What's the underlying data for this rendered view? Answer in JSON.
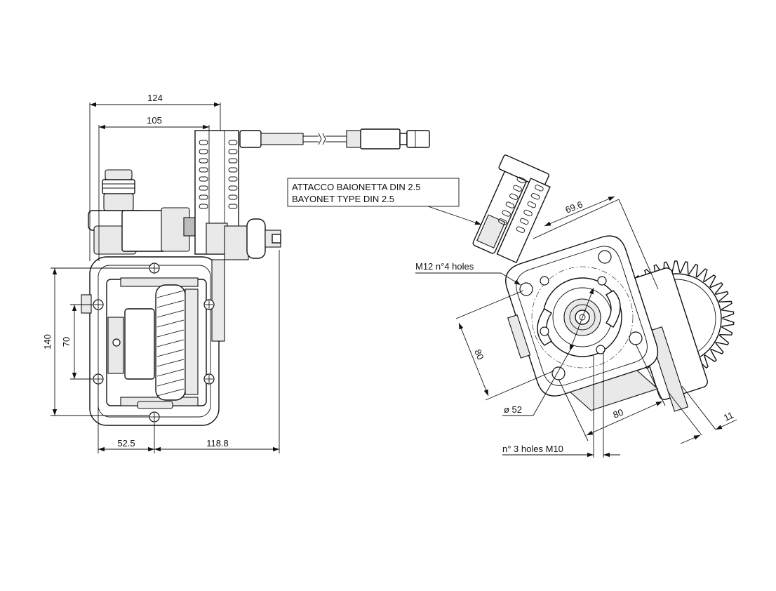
{
  "left_view": {
    "dim_124": "124",
    "dim_105": "105",
    "dim_140": "140",
    "dim_70": "70",
    "dim_52_5": "52.5",
    "dim_118_8": "118.8"
  },
  "right_view": {
    "callout_line1": "ATTACCO BAIONETTA DIN 2.5",
    "callout_line2": "BAYONET TYPE DIN 2.5",
    "m12_holes": "M12 n°4 holes",
    "dim_69_6": "69.6",
    "dim_80_left": "80",
    "dim_80_bottom": "80",
    "diameter_52": "ø 52",
    "m10_holes": "n° 3 holes  M10",
    "dim_11": "11"
  }
}
